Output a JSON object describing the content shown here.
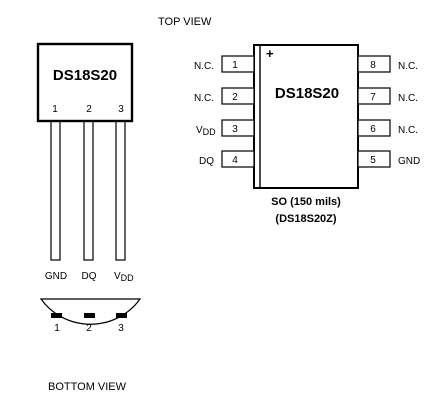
{
  "top_view_label": "TOP VIEW",
  "bottom_view_label": "BOTTOM VIEW",
  "to92": {
    "part": "DS18S20",
    "pins": [
      {
        "num": "1",
        "name": "GND"
      },
      {
        "num": "2",
        "name": "DQ"
      },
      {
        "num": "3",
        "name_main": "V",
        "name_sub": "DD"
      }
    ]
  },
  "so": {
    "part": "DS18S20",
    "marker": "+",
    "caption_line1": "SO (150 mils)",
    "caption_line2": "(DS18S20Z)",
    "left_pins": [
      {
        "num": "1",
        "name": "N.C."
      },
      {
        "num": "2",
        "name": "N.C."
      },
      {
        "num": "3",
        "name_main": "V",
        "name_sub": "DD"
      },
      {
        "num": "4",
        "name": "DQ"
      }
    ],
    "right_pins": [
      {
        "num": "8",
        "name": "N.C."
      },
      {
        "num": "7",
        "name": "N.C."
      },
      {
        "num": "6",
        "name": "N.C."
      },
      {
        "num": "5",
        "name": "GND"
      }
    ]
  }
}
